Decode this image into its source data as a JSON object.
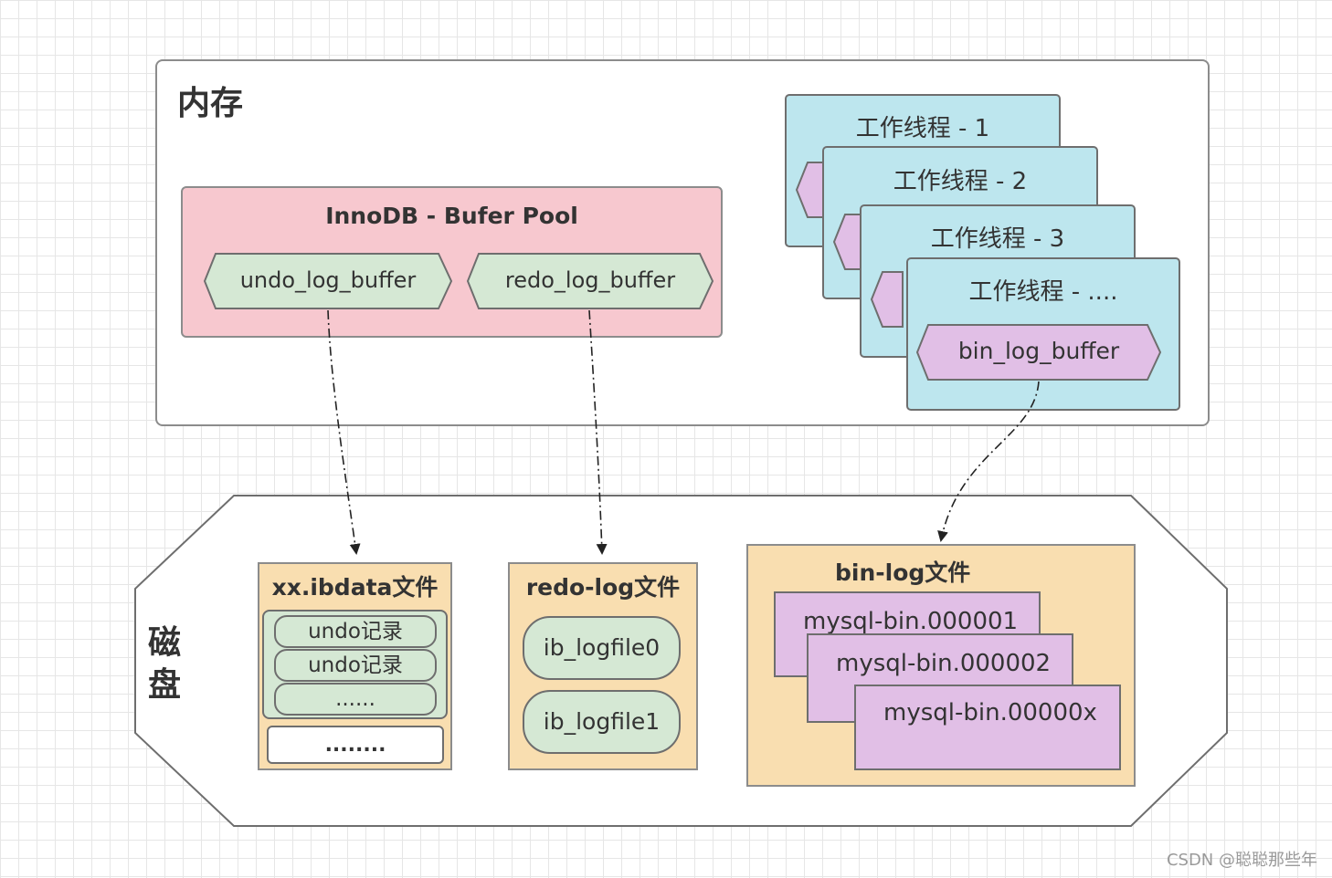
{
  "memory": {
    "label": "内存",
    "buffer_pool": {
      "title": "InnoDB - Bufer Pool",
      "undo_buffer": "undo_log_buffer",
      "redo_buffer": "redo_log_buffer"
    },
    "threads": [
      "工作线程 - 1",
      "工作线程 - 2",
      "工作线程 - 3",
      "工作线程 - ...."
    ],
    "bin_buffer": "bin_log_buffer"
  },
  "disk": {
    "label_line1": "磁",
    "label_line2": "盘",
    "ibdata_file": {
      "title": "xx.ibdata文件",
      "records": [
        "undo记录",
        "undo记录",
        "......"
      ],
      "more": "........"
    },
    "redo_file": {
      "title": "redo-log文件",
      "files": [
        "ib_logfile0",
        "ib_logfile1"
      ]
    },
    "binlog_file": {
      "title": "bin-log文件",
      "files": [
        "mysql-bin.000001",
        "mysql-bin.000002",
        "mysql-bin.00000x"
      ]
    }
  },
  "watermark": "CSDN @聪聪那些年",
  "colors": {
    "memory_bg": "#ffffff",
    "buffer_pool": "#f7c8cf",
    "green_shape": "#d5e8d4",
    "thread_card": "#bde6ee",
    "purple_shape": "#e1bfe6",
    "file_box": "#f9deb0"
  }
}
